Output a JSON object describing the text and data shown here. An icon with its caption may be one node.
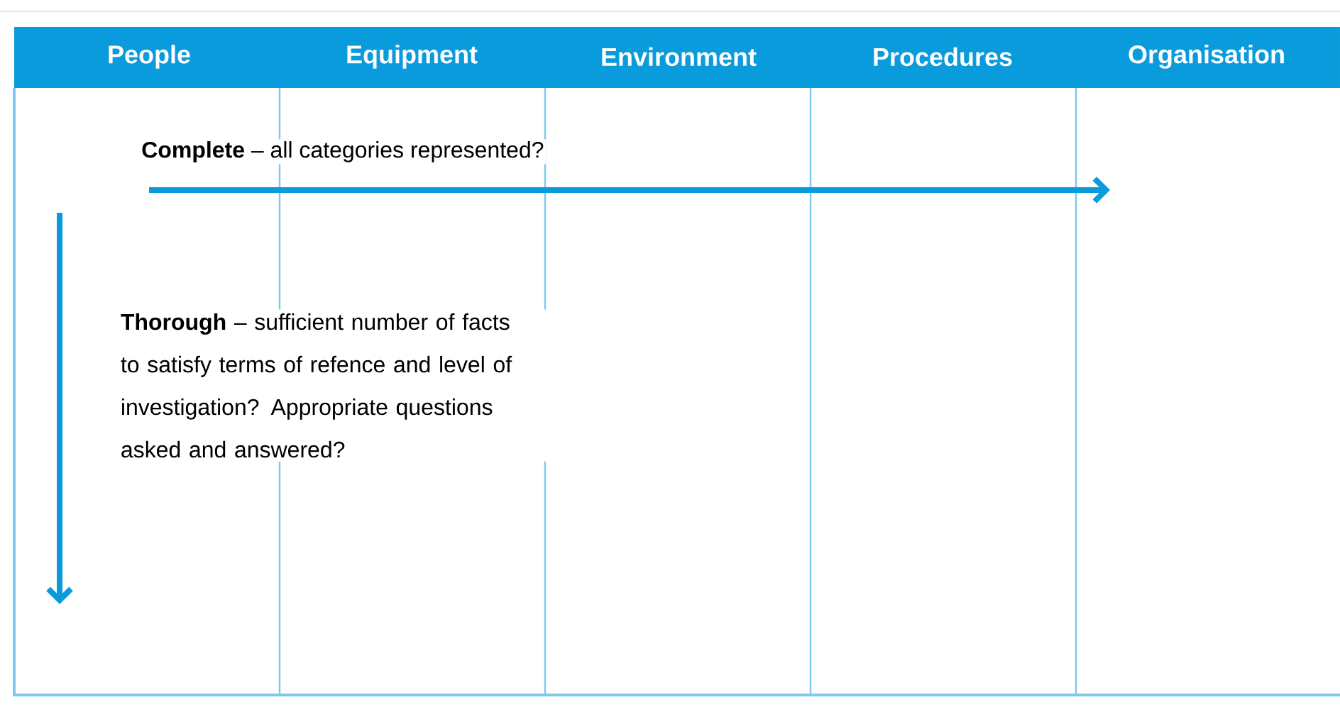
{
  "diagram": {
    "labels": [
      "People",
      "Equipment",
      "Environment",
      "Procedures",
      "Organisation",
      "**Complete** – all categories represented?",
      "**Thorough** – sufficient number of facts to satisfy terms of refence and level of investigation? Appropriate questions asked and answered?"
    ]
  }
}
